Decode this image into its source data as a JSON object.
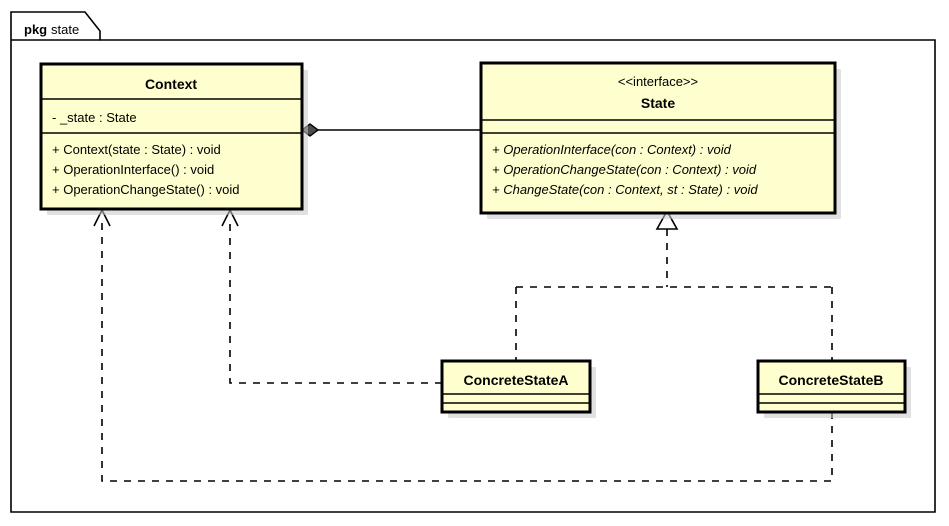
{
  "diagram": {
    "kind": "uml-class-diagram",
    "pattern": "State",
    "background_color": "#ffffff",
    "class_fill_color": "#fefece",
    "line_color": "#000000"
  },
  "package_frame": {
    "tab_keyword": "pkg",
    "tab_name": "state"
  },
  "classes": {
    "context": {
      "name": "Context",
      "stereotype": "",
      "attributes": [
        "-  _state : State"
      ],
      "operations": [
        "+ Context(state : State) : void",
        "+ OperationInterface() : void",
        "+ OperationChangeState() : void"
      ]
    },
    "state": {
      "name": "State",
      "stereotype": "<<interface>>",
      "attributes": [],
      "operations": [
        "+ OperationInterface(con : Context) : void",
        "+ OperationChangeState(con : Context) : void",
        "+ ChangeState(con : Context, st : State) : void"
      ]
    },
    "concrete_state_a": {
      "name": "ConcreteStateA",
      "stereotype": "",
      "attributes": [],
      "operations": []
    },
    "concrete_state_b": {
      "name": "ConcreteStateB",
      "stereotype": "",
      "attributes": [],
      "operations": []
    }
  },
  "relationships": [
    {
      "id": "context-aggregates-state",
      "type": "aggregation",
      "from": "Context",
      "to": "State",
      "style": "solid",
      "source_decoration": "filled-diamond",
      "target_decoration": "none",
      "label": ""
    },
    {
      "id": "concretestatea-realizes-state",
      "type": "realization",
      "from": "ConcreteStateA",
      "to": "State",
      "style": "dashed",
      "source_decoration": "none",
      "target_decoration": "hollow-triangle",
      "label": ""
    },
    {
      "id": "concretestateb-realizes-state",
      "type": "realization",
      "from": "ConcreteStateB",
      "to": "State",
      "style": "dashed",
      "source_decoration": "none",
      "target_decoration": "hollow-triangle",
      "label": ""
    },
    {
      "id": "concretestatea-depends-context",
      "type": "dependency",
      "from": "ConcreteStateA",
      "to": "Context",
      "style": "dashed",
      "source_decoration": "none",
      "target_decoration": "open-arrow",
      "label": ""
    },
    {
      "id": "concretestateb-depends-context",
      "type": "dependency",
      "from": "ConcreteStateB",
      "to": "Context",
      "style": "dashed",
      "source_decoration": "none",
      "target_decoration": "open-arrow",
      "label": ""
    }
  ]
}
